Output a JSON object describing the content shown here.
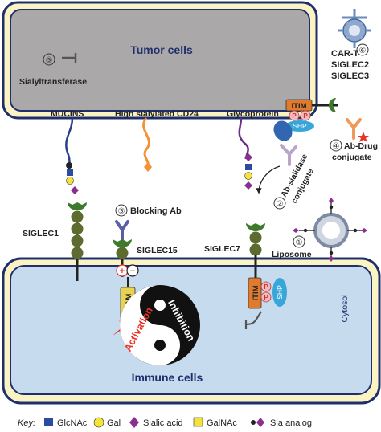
{
  "cells": {
    "tumor_label": "Tumor cells",
    "immune_label": "Immune cells",
    "cytosol_label": "Cytosol"
  },
  "molecules": {
    "sialyltransferase": "Sialyltransferase",
    "mucins": "MUCINS",
    "cd24": "High sialylated CD24",
    "glycoprotein": "Glycoprotein",
    "siglec1": "SIGLEC1",
    "siglec15": "SIGLEC15",
    "siglec7": "SIGLEC7",
    "itim": "ITIM",
    "itam": "ITAM",
    "shp": "SHP",
    "p": "P",
    "plus": "+",
    "minus": "−"
  },
  "strategies": {
    "n1_marker": "①",
    "n1_label": "Liposome",
    "n2_marker": "②",
    "n2_label_a": "Ab-sialidase",
    "n2_label_b": "conjugate",
    "n3_marker": "③",
    "n3_label": "Blocking Ab",
    "n4_marker": "④",
    "n4_label_a": "Ab-Drug",
    "n4_label_b": "conjugate",
    "n5_marker": "⑤",
    "n6_marker": "⑥",
    "n6_label_a": "CAR-T",
    "n6_label_b": "SIGLEC2",
    "n6_label_c": "SIGLEC3"
  },
  "yinyang": {
    "activation": "Activation",
    "inhibition": "Inhibition"
  },
  "key": {
    "title": "Key:",
    "items": [
      "GlcNAc",
      "Gal",
      "Sialic acid",
      "GalNAc",
      "Sia analog"
    ]
  },
  "colors": {
    "tumor_fill": "#aba8a9",
    "immune_fill": "#c6dbee",
    "cell_border": "#1f2f6e",
    "siglec_green": "#3d7a2c",
    "siglec_domain": "#5d6b2f",
    "glcnac": "#2b4aa3",
    "gal": "#f3e33a",
    "sialic": "#8b2f8f",
    "itim": "#e07b2d",
    "itam": "#e8d24f",
    "shp": "#39a6d9",
    "p_fill": "#f4b8c0",
    "cd24": "#f39237",
    "red": "#e8332b",
    "blocking_ab": "#5b5ea6",
    "sialidase_ab": "#b9a5c8",
    "adc_ab": "#f09a5a"
  }
}
